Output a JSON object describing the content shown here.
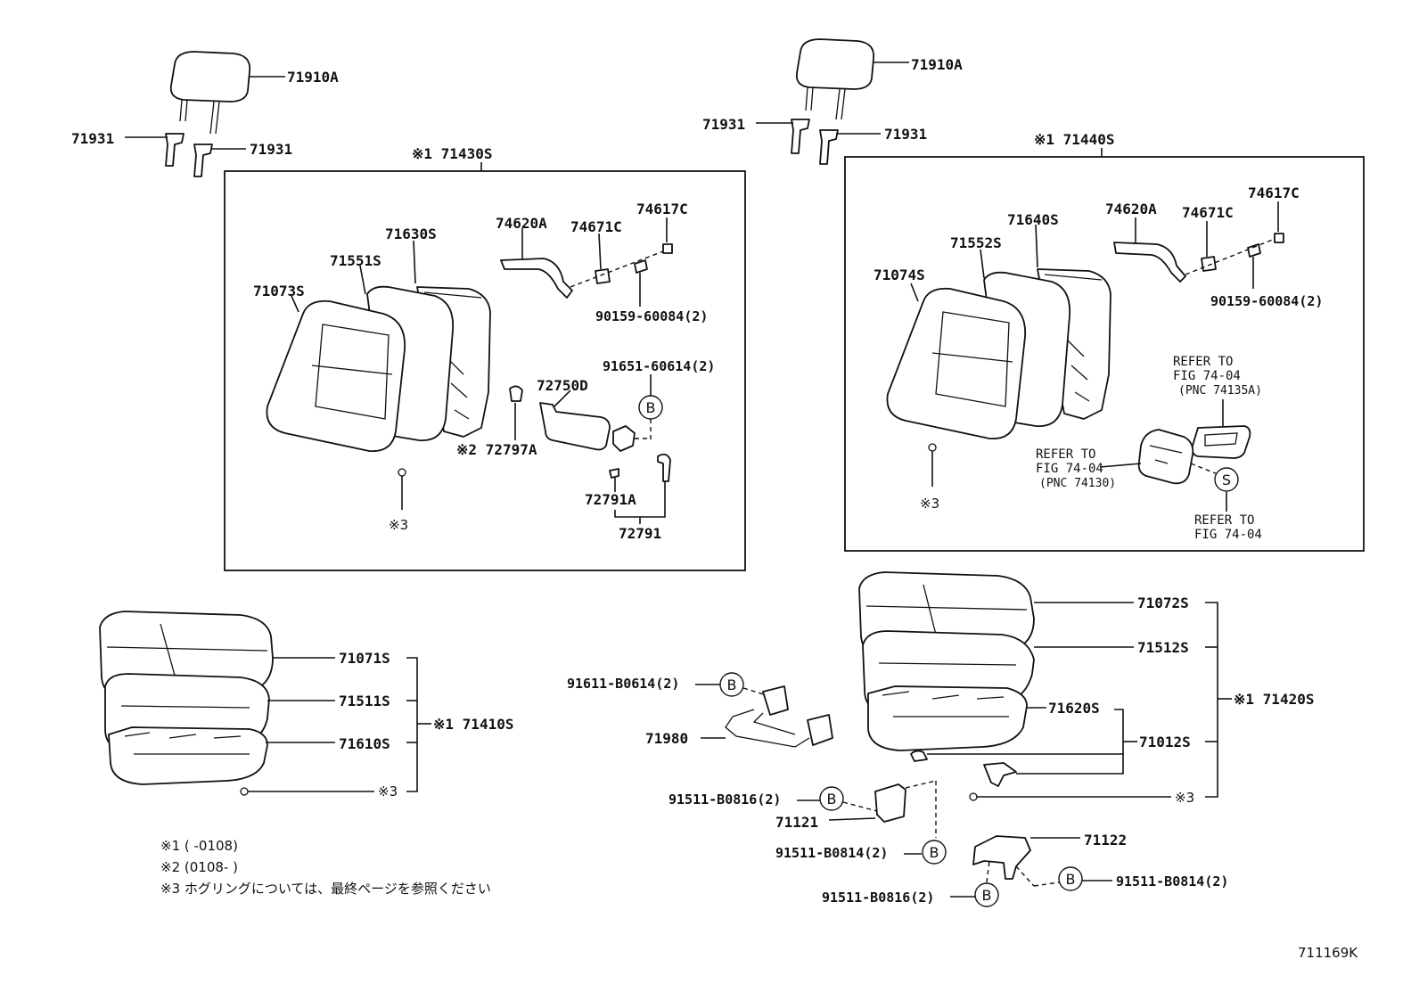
{
  "labels": {
    "headrest_l": "71910A",
    "support_l_a": "71931",
    "support_l_b": "71931",
    "headrest_r": "71910A",
    "support_r_a": "71931",
    "support_r_b": "71931",
    "back_assy_l": "※1 71430S",
    "back_assy_r": "※1 71440S",
    "cover_l": "71073S",
    "pad_l": "71551S",
    "frame_l": "71630S",
    "hinge_l": "74620A",
    "cover_knob_l": "74671C",
    "cap_l": "74617C",
    "screw_l": "90159-60084(2)",
    "screw2_l": "91651-60614(2)",
    "heater_l": "72750D",
    "knob_l": "※2 72797A",
    "lever_l": "72791A",
    "lever2_l": "72791",
    "ring_back_l": "※3",
    "cover_r": "71074S",
    "pad_r": "71552S",
    "frame_r": "71640S",
    "hinge_r": "74620A",
    "cover_knob_r": "74671C",
    "cap_r": "74617C",
    "screw_r": "90159-60084(2)",
    "refer1_a": "REFER TO",
    "refer1_b": "FIG 74-04",
    "refer1_c": "(PNC 74135A)",
    "refer2_a": "REFER TO",
    "refer2_b": "FIG 74-04",
    "refer2_c": "(PNC 74130)",
    "refer3_a": "REFER TO",
    "refer3_b": "FIG 74-04",
    "ring_back_r": "※3",
    "cushion_cover_l": "71071S",
    "cushion_pad_l": "71511S",
    "cushion_frame_l": "71610S",
    "cushion_assy_l": "※1 71410S",
    "ring_cushion_l": "※3",
    "cushion_cover_r": "71072S",
    "cushion_pad_r": "71512S",
    "cushion_frame_r": "71620S",
    "cushion_spring_r": "71012S",
    "cushion_assy_r": "※1 71420S",
    "ring_cushion_r": "※3",
    "bolt_b1": "91611-B0614(2)",
    "bracket_71980": "71980",
    "bolt_b2": "91511-B0816(2)",
    "bracket_71121": "71121",
    "bolt_b3": "91511-B0814(2)",
    "bracket_71122": "71122",
    "bolt_b4": "91511-B0814(2)",
    "bolt_b5": "91511-B0816(2)",
    "marker_b": "B",
    "marker_s": "S"
  },
  "notes": [
    "※1 (      -0108)",
    "※2 (0108-      )",
    "※3  ホグリングについては、最終ページを参照ください"
  ],
  "figure_code": "711169K"
}
